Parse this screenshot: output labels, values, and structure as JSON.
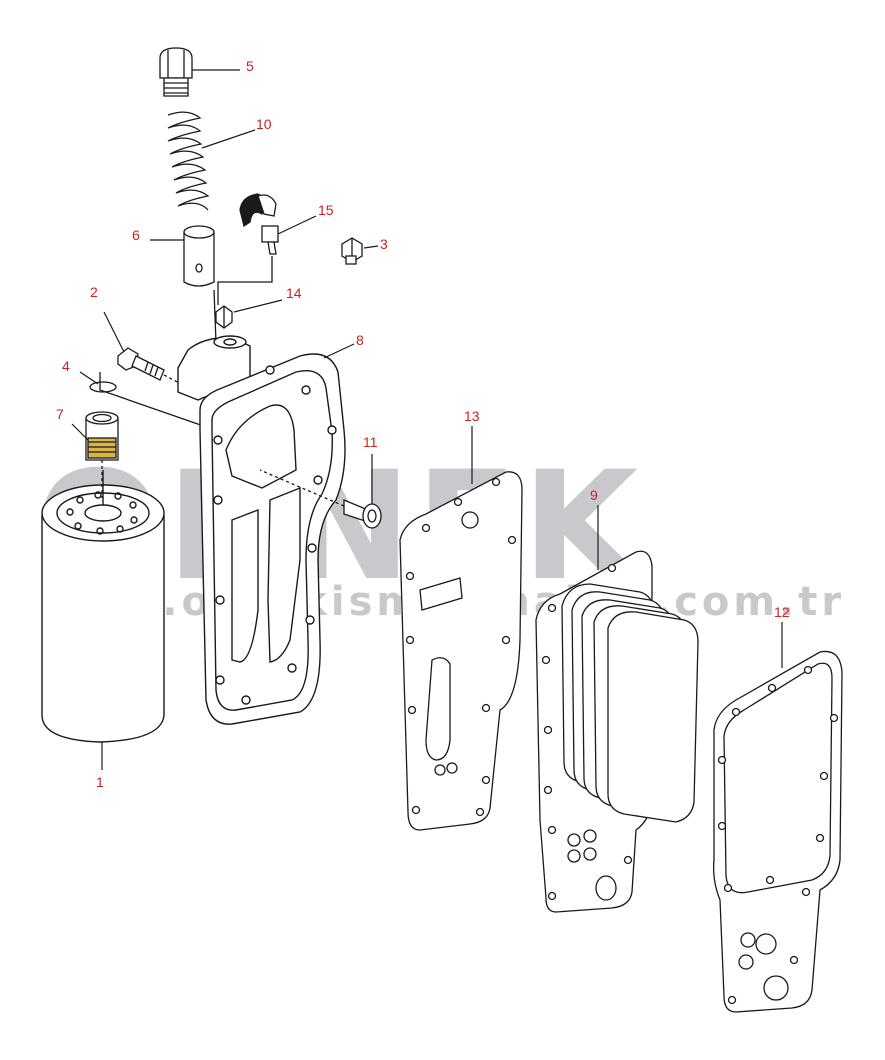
{
  "watermark": {
    "brand": "ORNEK",
    "url": "www.ornekismakinalari.com.tr",
    "color": "#c9c8cc"
  },
  "colors": {
    "callout": "#cc2222",
    "line": "#1a1a1a",
    "brass": "#d8b44a"
  },
  "callouts": [
    {
      "id": "5",
      "label": "5"
    },
    {
      "id": "10",
      "label": "10"
    },
    {
      "id": "15",
      "label": "15"
    },
    {
      "id": "6",
      "label": "6"
    },
    {
      "id": "3",
      "label": "3"
    },
    {
      "id": "2",
      "label": "2"
    },
    {
      "id": "14",
      "label": "14"
    },
    {
      "id": "8",
      "label": "8"
    },
    {
      "id": "4",
      "label": "4"
    },
    {
      "id": "7",
      "label": "7"
    },
    {
      "id": "13",
      "label": "13"
    },
    {
      "id": "11",
      "label": "11"
    },
    {
      "id": "9",
      "label": "9"
    },
    {
      "id": "12",
      "label": "12"
    },
    {
      "id": "1",
      "label": "1"
    }
  ]
}
